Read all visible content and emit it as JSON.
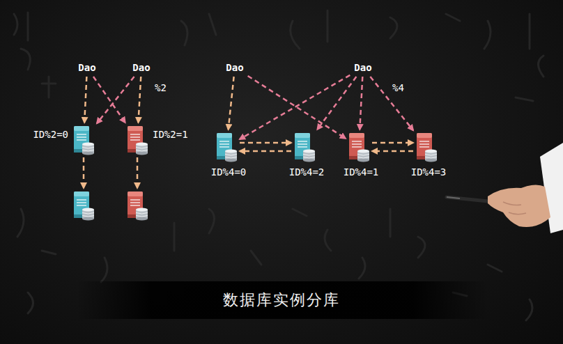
{
  "diagram": {
    "caption": "数据库实例分库",
    "nodes": [
      {
        "text": [
          "Dao"
        ]
      },
      {
        "text": [
          "Dao"
        ]
      },
      {
        "text": [
          "Dao"
        ]
      },
      {
        "text": [
          "Dao"
        ]
      },
      {
        "text": [
          "ID%2=0"
        ]
      },
      {
        "text": [
          "ID%2=1"
        ]
      },
      {
        "text": [
          "ID%4=0"
        ]
      },
      {
        "text": [
          "ID%4=2"
        ]
      },
      {
        "text": [
          "ID%4=1"
        ]
      },
      {
        "text": [
          "ID%4=3"
        ]
      },
      {
        "text": []
      },
      {
        "text": []
      }
    ],
    "edges": [
      {
        "from": 0,
        "to": 4,
        "arrow": "to"
      },
      {
        "from": 0,
        "to": 5,
        "arrow": "to"
      },
      {
        "from": 1,
        "to": 4,
        "arrow": "to"
      },
      {
        "from": 1,
        "to": 5,
        "arrow": "to"
      },
      {
        "from": 4,
        "to": 10,
        "arrow": "to"
      },
      {
        "from": 5,
        "to": 11,
        "arrow": "to"
      },
      {
        "from": 2,
        "to": 6,
        "arrow": "to"
      },
      {
        "from": 2,
        "to": 8,
        "arrow": "to"
      },
      {
        "from": 3,
        "to": 6,
        "arrow": "to"
      },
      {
        "from": 3,
        "to": 7,
        "arrow": "to"
      },
      {
        "from": 3,
        "to": 8,
        "arrow": "to"
      },
      {
        "from": 3,
        "to": 9,
        "arrow": "to"
      },
      {
        "from": 6,
        "to": 7,
        "arrow": "to"
      },
      {
        "from": 7,
        "to": 6,
        "arrow": "to"
      },
      {
        "from": 8,
        "to": 9,
        "arrow": "to"
      },
      {
        "from": 9,
        "to": 8,
        "arrow": "to"
      }
    ],
    "labels": [
      "%2",
      "%4"
    ]
  }
}
